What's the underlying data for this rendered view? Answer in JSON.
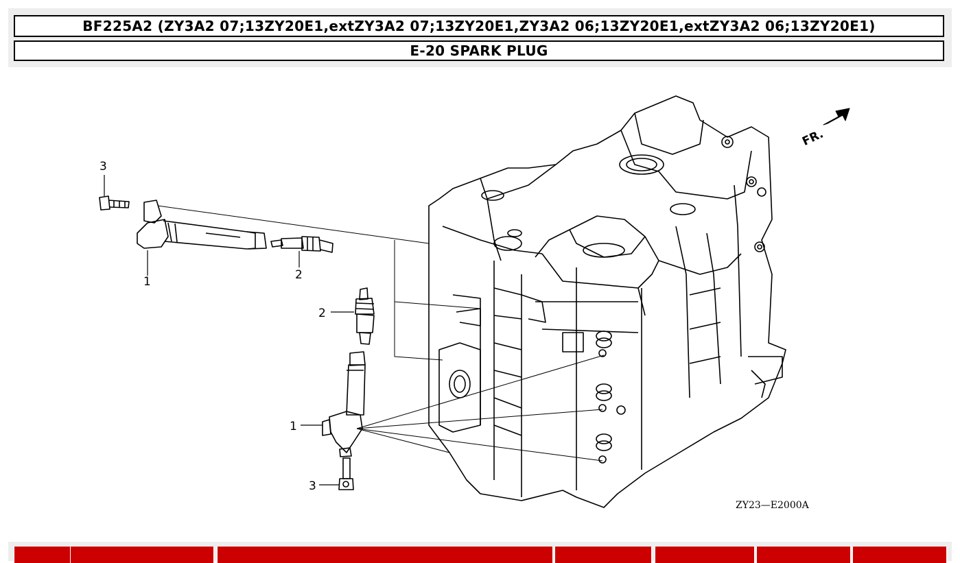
{
  "header": {
    "model": "BF225A2 (ZY3A2 07;13ZY20E1,extZY3A2 07;13ZY20E1,ZY3A2 06;13ZY20E1,extZY3A2 06;13ZY20E1)",
    "section": "E-20 SPARK PLUG"
  },
  "diagram": {
    "callouts": [
      {
        "id": "coil-top",
        "label": "1"
      },
      {
        "id": "plug-top",
        "label": "2"
      },
      {
        "id": "bolt-top",
        "label": "3"
      },
      {
        "id": "plug-lower",
        "label": "2"
      },
      {
        "id": "coil-lower",
        "label": "1"
      },
      {
        "id": "bolt-lower",
        "label": "3"
      }
    ],
    "direction_label": "FR.",
    "reference_code": "ZY23—E2000A"
  },
  "colors": {
    "accent": "#cc0000",
    "header_bg": "#eeeeee",
    "line": "#000000"
  }
}
